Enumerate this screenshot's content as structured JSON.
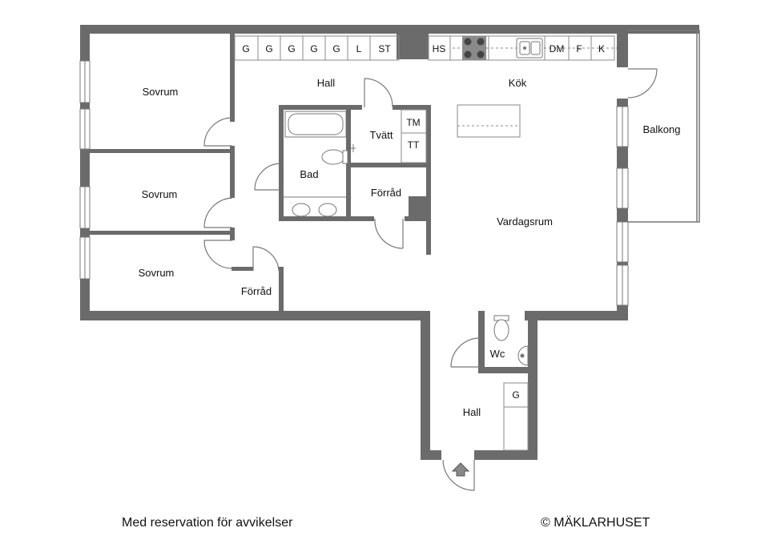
{
  "rooms": {
    "bedroom_1": "Sovrum",
    "bedroom_2": "Sovrum",
    "bedroom_3": "Sovrum",
    "hall_main": "Hall",
    "kitchen": "Kök",
    "balcony": "Balkong",
    "laundry": "Tvätt",
    "bathroom": "Bad",
    "storage_1": "Förråd",
    "storage_2": "Förråd",
    "living_room": "Vardagsrum",
    "wc": "Wc",
    "hall_entry": "Hall"
  },
  "fixtures": {
    "wardrobes": [
      "G",
      "G",
      "G",
      "G",
      "G",
      "L",
      "ST"
    ],
    "kitchen_left": "HS",
    "kitchen_right": [
      "DM",
      "F",
      "K"
    ],
    "laundry_machines": [
      "TM",
      "TT"
    ],
    "entry_wardrobe": "G"
  },
  "footer": {
    "disclaimer": "Med reservation för avvikelser",
    "copyright": "© MÄKLARHUSET"
  },
  "colors": {
    "wall": "#6b6b6b",
    "thin_line": "#777777",
    "background": "#ffffff"
  }
}
